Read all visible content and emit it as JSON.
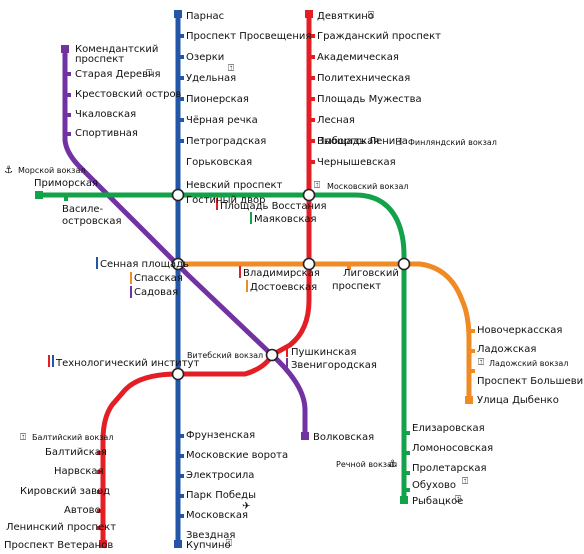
{
  "lines": {
    "red": "#e31e24",
    "blue": "#2356a6",
    "green": "#12a24a",
    "orange": "#f08a24",
    "purple": "#7232a2"
  },
  "icons": {
    "rail": "rail-station-icon",
    "port": "anchor-icon",
    "airport": "airplane-icon"
  },
  "stations": {
    "parnas": "Парнас",
    "prosp_prosv": "Проспект Просвещения",
    "ozerki": "Озерки",
    "udelnaya": "Удельная",
    "pionerskaya": "Пионерская",
    "chernaya": "Чёрная речка",
    "petrogradskaya": "Петроградская",
    "gorkovskaya": "Горьковская",
    "nevsky": "Невский проспект",
    "gostiny": "Гостиный двор",
    "sennaya": "Сенная площадь",
    "spasskaya": "Спасская",
    "sadovaya": "Садовая",
    "tech_inst": "Технологический институт",
    "frunzenskaya": "Фрунзенская",
    "mosk_vorota": "Московские ворота",
    "elektrosila": "Электросила",
    "park_pobedy": "Парк Победы",
    "moskovskaya": "Московская",
    "zvezdnaya": "Звездная",
    "kupchino": "Купчино",
    "devyatkino": "Девяткино",
    "grazhdansky": "Гражданский проспект",
    "akademicheskaya": "Академическая",
    "politekh": "Политехническая",
    "pl_muzhestva": "Площадь Мужества",
    "lesnaya": "Лесная",
    "vyborgskaya": "Выборгская",
    "pl_lenina": "Площадь Ленина",
    "chernyshevskaya": "Чернышевская",
    "pl_vosstaniya": "Площадь Восстания",
    "mayakovskaya": "Маяковская",
    "vladimirskaya": "Владимирская",
    "dostoevskaya": "Достоевская",
    "pushkinskaya": "Пушкинская",
    "zvenigorodskaya": "Звенигородская",
    "baltiyskaya": "Балтийская",
    "narvskaya": "Нарвская",
    "kirovsky": "Кировский завод",
    "avtovo": "Автово",
    "leninsky": "Ленинский проспект",
    "pr_veteranov": "Проспект Ветеранов",
    "komendantsky_1": "Комендантский",
    "komendantsky_2": "проспект",
    "staraya": "Старая Деревня",
    "krestovsky": "Крестовский остров",
    "chkalovskaya": "Чкаловская",
    "sportivnaya": "Спортивная",
    "volkovskaya": "Волковская",
    "primorskaya": "Приморская",
    "vasileo_1": "Василе-",
    "vasileo_2": "островская",
    "ligovsky_1": "Лиговский",
    "ligovsky_2": "проспект",
    "novocherkasskaya": "Новочеркасская",
    "ladozhskaya": "Ладожская",
    "bolshevikov": "Проспект Большевиков",
    "dybenko": "Улица Дыбенко",
    "elizarovskaya": "Елизаровская",
    "lomonosovskaya": "Ломоносовская",
    "proletarskaya": "Пролетарская",
    "obukhovo": "Обухово",
    "rybatskoe": "Рыбацкое"
  },
  "terminals": {
    "morskoy": "Морской вокзал",
    "moskovsky": "Московский вокзал",
    "finlyandsky": "Финляндский вокзал",
    "vitebsky": "Витебский вокзал",
    "baltiysky": "Балтийский вокзал",
    "ladozhsky": "Ладожский вокзал",
    "rechnoy": "Речной вокзал"
  }
}
